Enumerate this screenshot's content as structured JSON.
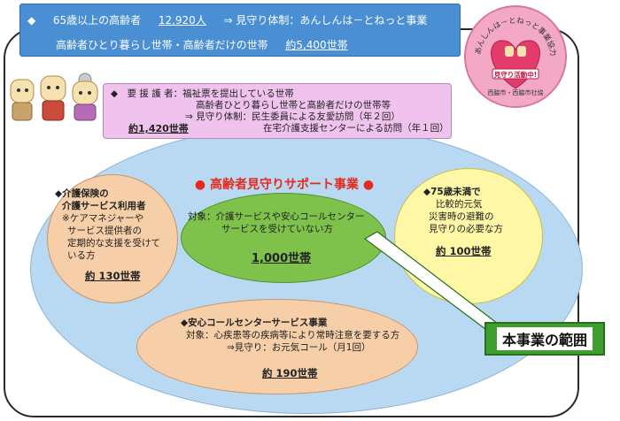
{
  "banner": {
    "bullet": "◆",
    "elderly_label": "65歳以上の高齢者",
    "elderly_count": "12,920人",
    "arrow_system": "⇒ 見守り体制：あんしんは－とねっと事業",
    "households_label": "高齢者ひとり暮らし世帯・高齢者だけの世帯",
    "households_count": "約5,400世帯"
  },
  "stamp": {
    "arc_text": "あんしんは－とねっと事業協力店",
    "badge_text": "見守り活動中!",
    "bottom_text": "西脇市・西脇市社協"
  },
  "care_box": {
    "line1": "◆　要 援 護 者：福祉票を提出している世帯",
    "line2": "高齢者ひとり暮らし世帯と高齢者だけの世帯等",
    "line3": "⇒ 見守り体制：民生委員による友愛訪問（年２回）",
    "line4": "在宅介護支援センターによる訪問（年１回）",
    "count": "約1,420世帯"
  },
  "title": "● 高齢者見守りサポート事業 ●",
  "left_group": {
    "line1": "◆介護保険の",
    "line2": "介護サービス利用者",
    "line3": "※ケアマネジャーや",
    "line4": "サービス提供者の",
    "line5": "定期的な支援を受けて",
    "line6": "いる方",
    "count": "約 130世帯"
  },
  "center_group": {
    "line1": "対象：介護サービスや安心コールセンター",
    "line2": "サービスを受けていない方",
    "count": "1,000世帯"
  },
  "right_group": {
    "line1": "◆75歳未満で",
    "line2": "比較的元気",
    "line3": "災害時の避難の",
    "line4": "見守りの必要な方",
    "count": "約 100世帯"
  },
  "bottom_group": {
    "line1": "◆安心コールセンターサービス事業",
    "line2": "対象：心疾患等の疾病等により常時注意を要する方",
    "line3": "⇒見守り：お元気コール（月1回）",
    "count": "約 190世帯"
  },
  "scope_label": "本事業の範囲",
  "colors": {
    "banner": "#4a8fd3",
    "care_box": "#f0c2ee",
    "outer_ellipse": "#b9d9f2",
    "target_ellipse": "#7ec24b",
    "side_ellipse": "#f6cfa8",
    "right_ellipse": "#fdf7a6",
    "title": "#e52a1d",
    "scope_box": "#3f9f2e"
  }
}
